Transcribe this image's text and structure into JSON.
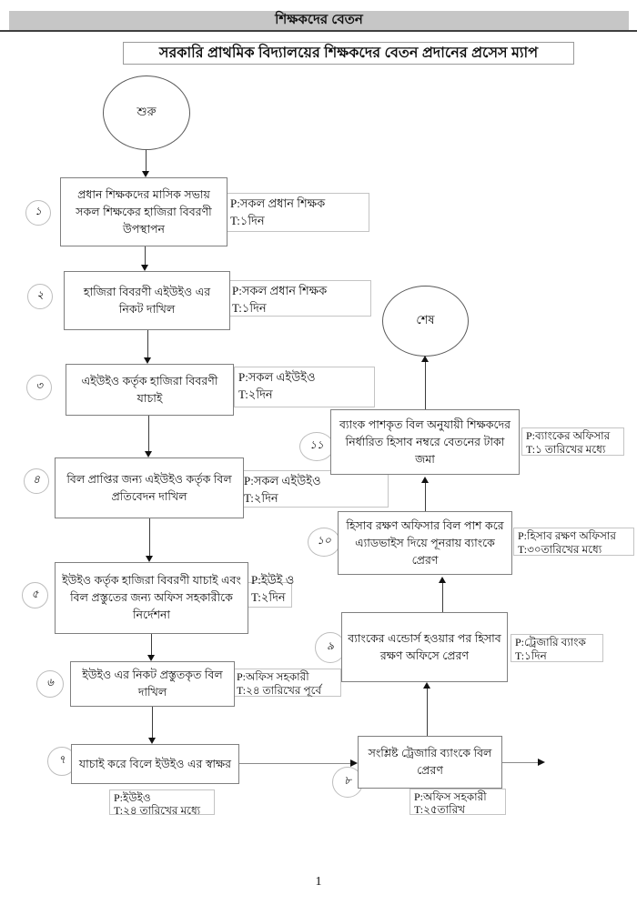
{
  "header": {
    "title": "শিক্ষকদের বেতন"
  },
  "subtitle": "সরকারি প্রাথমিক বিদ্যালয়ের শিক্ষকদের বেতন প্রদানের প্রসেস ম্যাপ",
  "terminals": {
    "start": "শুরু",
    "end": "শেষ"
  },
  "steps": [
    {
      "num": "১",
      "label": "প্রধান শিক্ষকদের মাসিক সভায় সকল শিক্ষকের হাজিরা বিবরণী উপস্থাপন",
      "p": "P:সকল প্রধান শিক্ষক",
      "t": "T:১দিন"
    },
    {
      "num": "২",
      "label": "হাজিরা বিবরণী এইউইও এর নিকট দাখিল",
      "p": "P:সকল প্রধান শিক্ষক",
      "t": "T:১দিন"
    },
    {
      "num": "৩",
      "label": "এইউইও কর্তৃক হাজিরা বিবরণী যাচাই",
      "p": "P:সকল এইউইও",
      "t": "T:২দিন"
    },
    {
      "num": "৪",
      "label": "বিল প্রাপ্তির জন্য এইউইও কর্তৃক বিল প্রতিবেদন দাখিল",
      "p": "P:সকল এইউইও",
      "t": "T:২দিন"
    },
    {
      "num": "৫",
      "label": "ইউইও কর্তৃক হাজিরা বিবরণী যাচাই এবং বিল প্রস্তুতের জন্য অফিস সহকারীকে নির্দেশনা",
      "p": "P:ইউই ও",
      "t": "T:২দিন"
    },
    {
      "num": "৬",
      "label": "ইউইও এর নিকট প্রস্তুতকৃত বিল দাখিল",
      "p": "P:অফিস সহকারী",
      "t": "T:২৪ তারিখের পূর্বে"
    },
    {
      "num": "৭",
      "label": "যাচাই করে বিলে ইউইও এর স্বাক্ষর",
      "p": "P:ইউইও",
      "t": "T:২৪ তারিখের মধ্যে"
    },
    {
      "num": "৮",
      "label": "সংশ্লিষ্ট ট্রেজারি ব্যাংকে বিল প্রেরণ",
      "p": "P:অফিস সহকারী",
      "t": "T:২৫তারিখ"
    },
    {
      "num": "৯",
      "label": "ব্যাংকের এন্ডোর্স হওয়ার পর হিসাব রক্ষণ অফিসে প্রেরণ",
      "p": "P:ট্রেজারি ব্যাংক",
      "t": "T:১দিন"
    },
    {
      "num": "১০",
      "label": "হিসাব রক্ষণ অফিসার বিল পাশ করে এ্যাডভাইস দিয়ে পূনরায় ব্যাংকে প্রেরণ",
      "p": "P:হিসাব রক্ষণ অফিসার",
      "t": "T:৩০তারিখের মধ্যে"
    },
    {
      "num": "১১",
      "label": "ব্যাংক পাশকৃত বিল অনুযায়ী শিক্ষকদের নির্ধারিত হিসাব নম্বরে বেতনের টাকা জমা",
      "p": "P:ব্যাংকের অফিসার",
      "t": "T:১ তারিখের মধ্যে"
    }
  ],
  "page_number": "1",
  "colors": {
    "header_bg": "#c6c6c6",
    "box_border": "#7f7f7f",
    "circle_border": "#bdbdbd",
    "line": "#3c3c3c"
  }
}
